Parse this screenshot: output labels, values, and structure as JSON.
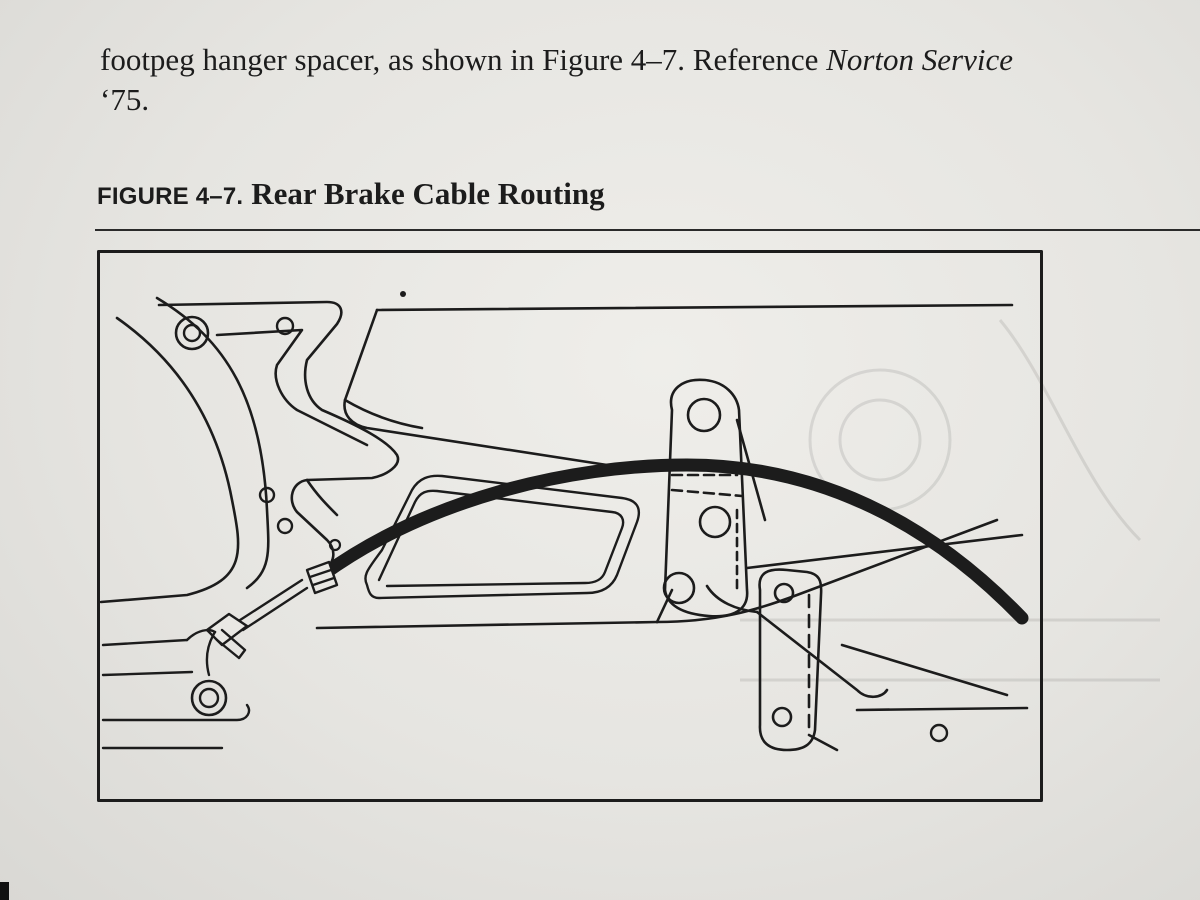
{
  "page": {
    "text_line_1": "footpeg hanger spacer, as shown in Figure 4–7. Reference ",
    "text_line_1_italic": "Norton Service",
    "text_line_2": "‘75."
  },
  "figure": {
    "label": "FIGURE 4–7.",
    "title": "Rear Brake Cable Routing",
    "parts": [
      "frame-plate",
      "brake-cable",
      "cable-clevis",
      "footpeg-hanger",
      "footrest-bracket",
      "frame-rails"
    ]
  },
  "colors": {
    "paper": "#e4e3e0",
    "ink": "#1c1c1c"
  }
}
